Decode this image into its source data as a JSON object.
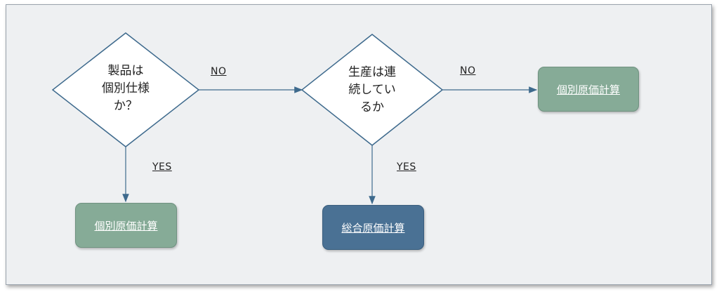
{
  "diagram": {
    "decision1": {
      "text": "製品は\n個別仕様\nか？"
    },
    "decision2": {
      "text": "生産は連\n続してい\nるか"
    },
    "edges": {
      "d1_no": "NO",
      "d1_yes": "YES",
      "d2_no": "NO",
      "d2_yes": "YES"
    },
    "results": {
      "top_right": "個別原価計算",
      "bottom_left": "個別原価計算",
      "bottom_middle": "総合原価計算"
    },
    "colors": {
      "diamond_border": "#3e6a8d",
      "arrow": "#3e6a8d",
      "green_box": "#86ab97",
      "blue_box": "#4a7194"
    }
  }
}
